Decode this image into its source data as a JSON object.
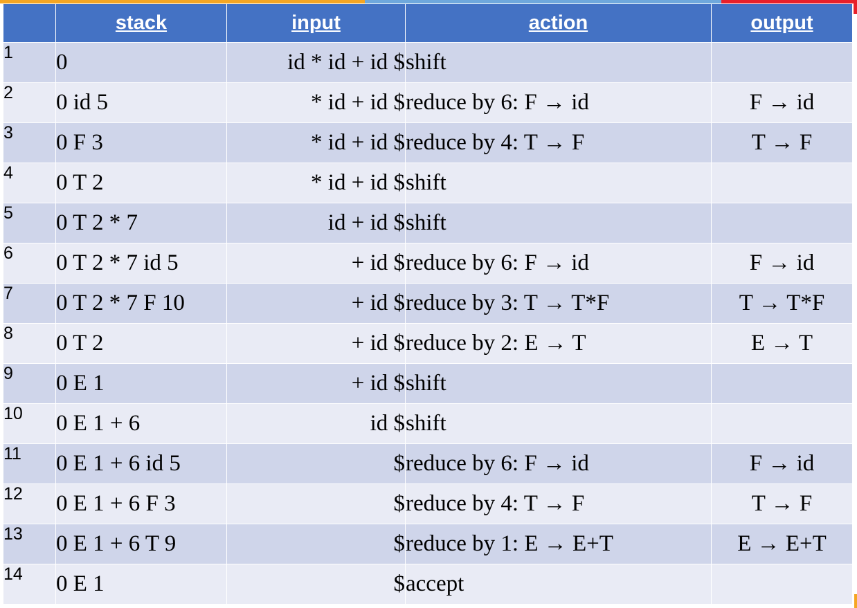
{
  "headers": [
    "",
    "stack",
    "input",
    "action",
    "output"
  ],
  "rows": [
    {
      "n": "1",
      "stack": "0",
      "input": "id * id + id $",
      "action": "shift",
      "output": ""
    },
    {
      "n": "2",
      "stack": "0 id 5",
      "input": "* id + id $",
      "action": "reduce by 6: F → id",
      "output": "F → id"
    },
    {
      "n": "3",
      "stack": "0 F 3",
      "input": "* id + id $",
      "action": "reduce by 4: T → F",
      "output": "T → F"
    },
    {
      "n": "4",
      "stack": "0 T 2",
      "input": "* id + id $",
      "action": "shift",
      "output": ""
    },
    {
      "n": "5",
      "stack": "0 T 2 * 7",
      "input": "id + id $",
      "action": "shift",
      "output": ""
    },
    {
      "n": "6",
      "stack": "0 T 2 * 7 id 5",
      "input": "+ id $",
      "action": "reduce by 6: F → id",
      "output": "F → id"
    },
    {
      "n": "7",
      "stack": "0 T 2 * 7 F 10",
      "input": "+ id $",
      "action": "reduce by 3: T → T*F",
      "output": "T → T*F"
    },
    {
      "n": "8",
      "stack": "0 T 2",
      "input": "+ id $",
      "action": "reduce by 2: E → T",
      "output": "E → T"
    },
    {
      "n": "9",
      "stack": "0 E 1",
      "input": "+ id $",
      "action": "shift",
      "output": ""
    },
    {
      "n": "10",
      "stack": "0 E 1 + 6",
      "input": "id $",
      "action": "shift",
      "output": ""
    },
    {
      "n": "11",
      "stack": "0 E 1 + 6 id 5",
      "input": "$",
      "action": "reduce by 6: F → id",
      "output": "F → id"
    },
    {
      "n": "12",
      "stack": "0 E 1 + 6 F 3",
      "input": "$",
      "action": "reduce by 4: T → F",
      "output": "T → F"
    },
    {
      "n": "13",
      "stack": "0 E 1 + 6 T 9",
      "input": "$",
      "action": "reduce by 1: E → E+T",
      "output": "E → E+T"
    },
    {
      "n": "14",
      "stack": "0 E 1",
      "input": "$",
      "action": "accept",
      "output": ""
    }
  ]
}
